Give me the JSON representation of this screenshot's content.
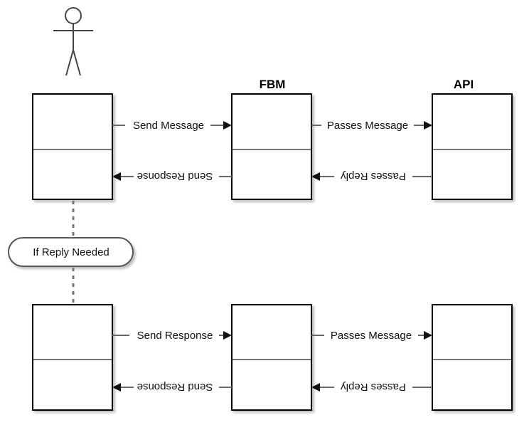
{
  "headers": {
    "middle": "FBM",
    "right": "API"
  },
  "condition_label": "If Reply Needed",
  "rows": [
    {
      "left_top": "Send Message",
      "left_bottom": "Send Response",
      "right_top": "Passes Message",
      "right_bottom": "Passes Reply"
    },
    {
      "left_top": "Send Response",
      "left_bottom": "Send Response",
      "right_top": "Passes Message",
      "right_bottom": "Passes Reply"
    }
  ]
}
